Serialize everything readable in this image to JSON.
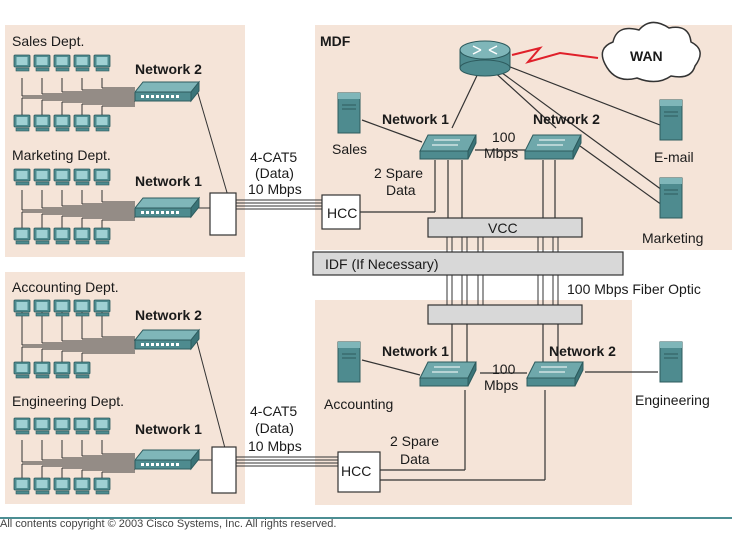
{
  "labels": {
    "sales_dept": "Sales Dept.",
    "marketing_dept": "Marketing Dept.",
    "accounting_dept": "Accounting Dept.",
    "engineering_dept": "Engineering Dept.",
    "network1": "Network 1",
    "network2": "Network 2",
    "mdf": "MDF",
    "wan": "WAN",
    "sales": "Sales",
    "email": "E-mail",
    "marketing": "Marketing",
    "accounting": "Accounting",
    "engineering": "Engineering",
    "hcc": "HCC",
    "vcc": "VCC",
    "idf": "IDF (If Necessary)",
    "fiber": "100 Mbps Fiber Optic",
    "mbps100_line1": "100",
    "mbps100_line2": "Mbps",
    "cat5_line1": "4-CAT5",
    "cat5_line2": "(Data)",
    "cat5_line3": "10 Mbps",
    "spare_line1": "2 Spare",
    "spare_line2": "Data"
  },
  "footer": {
    "copyright": "All contents copyright © 2003 Cisco Systems, Inc. All rights reserved."
  },
  "colors": {
    "zone": "#f5e4d8",
    "device": "#4e8b8f",
    "device_light": "#7fb6b9",
    "wan_link": "#e0202a",
    "rule": "#4c8e93"
  },
  "icons": [
    "workstation-icon",
    "hub-icon",
    "switch-icon",
    "router-icon",
    "server-icon",
    "cloud-icon"
  ]
}
